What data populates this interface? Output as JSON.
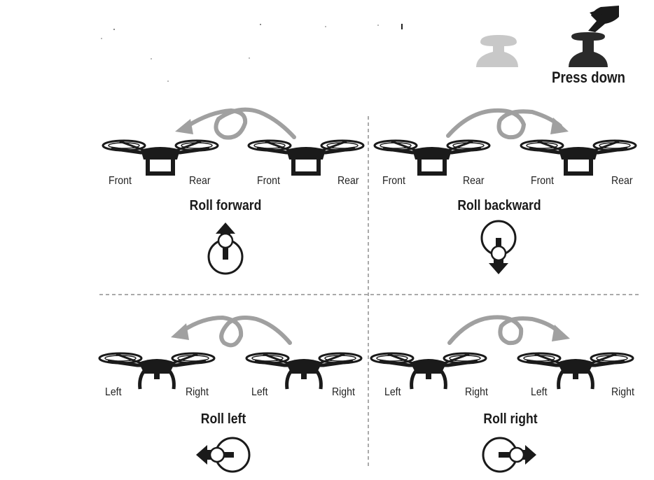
{
  "press_label": "Press down",
  "panels": [
    {
      "title": "Roll forward",
      "labels": [
        "Front",
        "Rear",
        "Front",
        "Rear"
      ],
      "direction": "up",
      "view": "side"
    },
    {
      "title": "Roll backward",
      "labels": [
        "Front",
        "Rear",
        "Front",
        "Rear"
      ],
      "direction": "down",
      "view": "side"
    },
    {
      "title": "Roll left",
      "labels": [
        "Left",
        "Right",
        "Left",
        "Right"
      ],
      "direction": "left",
      "view": "front"
    },
    {
      "title": "Roll right",
      "labels": [
        "Left",
        "Right",
        "Left",
        "Right"
      ],
      "direction": "right",
      "view": "front"
    }
  ],
  "colors": {
    "ink": "#1a1a1a",
    "arrow_gray": "#a0a0a0",
    "light_gray": "#c8c8c8",
    "divider": "#555555"
  },
  "icons": [
    "drone-icon",
    "joystick-icon",
    "flip-arrow-icon",
    "press-hand-icon"
  ]
}
